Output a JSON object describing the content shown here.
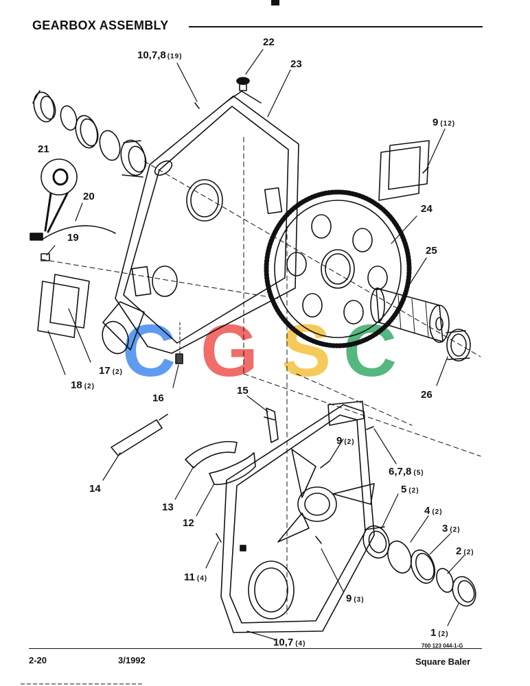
{
  "header": {
    "title": "GEARBOX ASSEMBLY"
  },
  "callouts": [
    {
      "id": "c1",
      "num": "1",
      "qty": "(2)"
    },
    {
      "id": "c2",
      "num": "2",
      "qty": "(2)"
    },
    {
      "id": "c3",
      "num": "3",
      "qty": "(2)"
    },
    {
      "id": "c4",
      "num": "4",
      "qty": "(2)"
    },
    {
      "id": "c5",
      "num": "5",
      "qty": "(2)"
    },
    {
      "id": "c678",
      "num": "6,7,8",
      "qty": "(5)"
    },
    {
      "id": "c9a",
      "num": "9",
      "qty": "(12)"
    },
    {
      "id": "c9b",
      "num": "9",
      "qty": "(2)"
    },
    {
      "id": "c9c",
      "num": "9",
      "qty": "(3)"
    },
    {
      "id": "c1078",
      "num": "10,7,8",
      "qty": "(19)"
    },
    {
      "id": "c107",
      "num": "10,7",
      "qty": "(4)"
    },
    {
      "id": "c11",
      "num": "11",
      "qty": "(4)"
    },
    {
      "id": "c12",
      "num": "12",
      "qty": ""
    },
    {
      "id": "c13",
      "num": "13",
      "qty": ""
    },
    {
      "id": "c14",
      "num": "14",
      "qty": ""
    },
    {
      "id": "c15",
      "num": "15",
      "qty": ""
    },
    {
      "id": "c16",
      "num": "16",
      "qty": ""
    },
    {
      "id": "c17",
      "num": "17",
      "qty": "(2)"
    },
    {
      "id": "c18",
      "num": "18",
      "qty": "(2)"
    },
    {
      "id": "c19",
      "num": "19",
      "qty": ""
    },
    {
      "id": "c20",
      "num": "20",
      "qty": ""
    },
    {
      "id": "c21",
      "num": "21",
      "qty": ""
    },
    {
      "id": "c22",
      "num": "22",
      "qty": ""
    },
    {
      "id": "c23",
      "num": "23",
      "qty": ""
    },
    {
      "id": "c24",
      "num": "24",
      "qty": ""
    },
    {
      "id": "c25",
      "num": "25",
      "qty": ""
    },
    {
      "id": "c26",
      "num": "26",
      "qty": ""
    }
  ],
  "watermark": {
    "letters": [
      "C",
      "G",
      "S",
      "C"
    ],
    "colors": [
      "#4a8ff0",
      "#ef5a55",
      "#f5c344",
      "#3fae70"
    ]
  },
  "footer": {
    "page": "2-20",
    "date": "3/1992",
    "drawing_number": "700 123 044-1-G",
    "product": "Square Baler"
  },
  "colors": {
    "ink": "#111111",
    "paper": "#ffffff"
  }
}
